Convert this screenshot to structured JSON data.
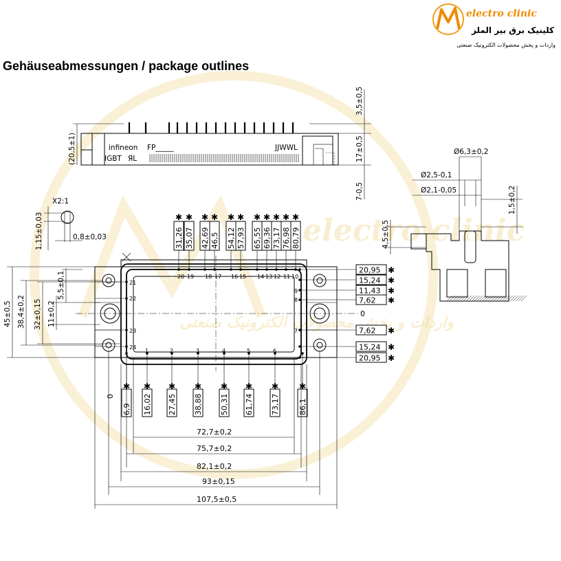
{
  "title": "Gehäuseabmessungen / package outlines",
  "logo": {
    "brand": "electro clinic",
    "line1": "کلینیک برق بیر الملز",
    "line2": "واردات و پخش محصولات الکترونیک صنعتی",
    "accent": "#f08a00"
  },
  "watermark": {
    "brand": "electro clinic",
    "persian": "واردات و پخش محصولات الکترونیک صنعتی",
    "color": "#e8c35a"
  },
  "side_view": {
    "label_brand": "infineon",
    "label_fp": "FP_____",
    "label_date": "JJWWL",
    "label_igbt": "IGBT",
    "label_ul": "ЯL",
    "height": "(20,5±1)",
    "pin_height": "3,5±0,5",
    "body_height": "17±0,5",
    "lower": "7-0,5"
  },
  "detail": {
    "scale": "X2:1",
    "pin_width": "1,15±0,03",
    "pin_thickness": "0,8±0,03"
  },
  "right_detail": {
    "d1": "Ø6,3±0,2",
    "d2": "Ø2,5-0,1",
    "d3": "Ø2,1-0,05",
    "h1": "1,5±0,2",
    "h2": "4,5±0,5"
  },
  "top_pins": {
    "dims": [
      "31,26",
      "35,07",
      "42,69",
      "46,5",
      "54,12",
      "57,93",
      "65,55",
      "69,36",
      "73,17",
      "76,98",
      "80,79"
    ],
    "numbers": [
      "20",
      "19",
      "18",
      "17",
      "16",
      "15",
      "14",
      "13",
      "12",
      "11",
      "10"
    ]
  },
  "bottom_pins": {
    "dims": [
      "6,9",
      "16,02",
      "27,45",
      "38,88",
      "50,31",
      "61,74",
      "73,17",
      "86,1"
    ],
    "numbers": [
      "1",
      "2",
      "3",
      "4",
      "5",
      "6"
    ]
  },
  "right_pins": {
    "dims": [
      "20,95",
      "15,24",
      "11,43",
      "7,62",
      "0",
      "7,62",
      "15,24",
      "20,95"
    ],
    "numbers": [
      "9",
      "8",
      "7"
    ]
  },
  "left_pins": {
    "numbers": [
      "21",
      "22",
      "23",
      "24"
    ]
  },
  "left_dims": {
    "overall": "45±0,5",
    "mount": "38,4±0,2",
    "inner": "32±0,15",
    "hole": "11±0,2",
    "offset": "5,5±0,1"
  },
  "bottom_dims": {
    "d1": "72,7±0,2",
    "d2": "75,7±0,2",
    "d3": "82,1±0,2",
    "d4": "93±0,15",
    "d5": "107,5±0,5"
  },
  "zero_label": "0",
  "star_glyph": "✱"
}
